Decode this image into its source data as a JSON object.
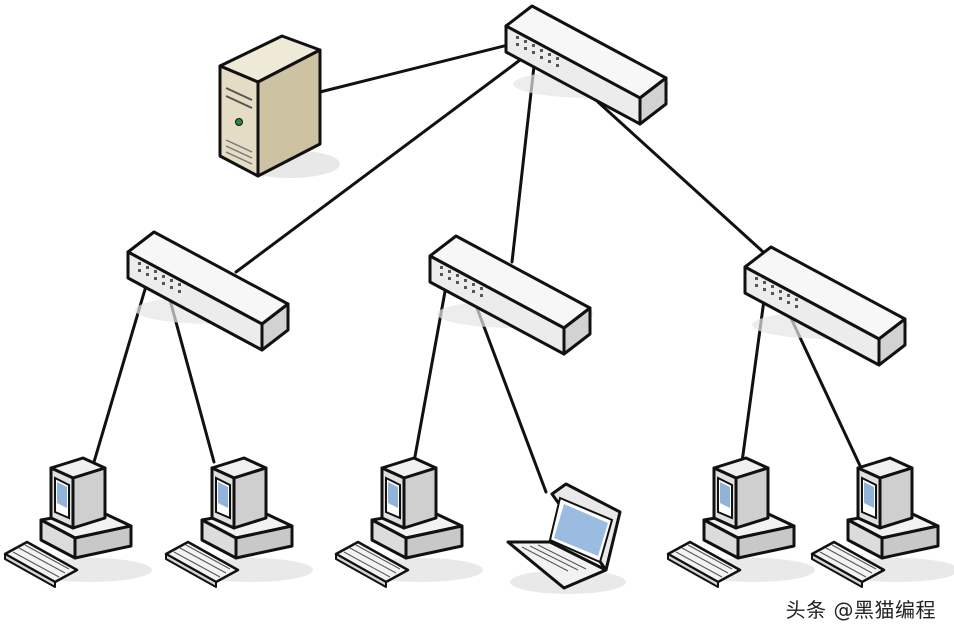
{
  "diagram": {
    "type": "tree-network-topology",
    "nodes": [
      {
        "id": "core-switch",
        "kind": "switch"
      },
      {
        "id": "server",
        "kind": "server"
      },
      {
        "id": "switch-left",
        "kind": "switch"
      },
      {
        "id": "switch-middle",
        "kind": "switch"
      },
      {
        "id": "switch-right",
        "kind": "switch"
      },
      {
        "id": "pc-1",
        "kind": "desktop"
      },
      {
        "id": "pc-2",
        "kind": "desktop"
      },
      {
        "id": "pc-3",
        "kind": "desktop"
      },
      {
        "id": "laptop-1",
        "kind": "laptop"
      },
      {
        "id": "pc-4",
        "kind": "desktop"
      },
      {
        "id": "pc-5",
        "kind": "desktop"
      }
    ],
    "links": [
      [
        "core-switch",
        "server"
      ],
      [
        "core-switch",
        "switch-left"
      ],
      [
        "core-switch",
        "switch-middle"
      ],
      [
        "core-switch",
        "switch-right"
      ],
      [
        "switch-left",
        "pc-1"
      ],
      [
        "switch-left",
        "pc-2"
      ],
      [
        "switch-middle",
        "pc-3"
      ],
      [
        "switch-middle",
        "laptop-1"
      ],
      [
        "switch-right",
        "pc-4"
      ],
      [
        "switch-right",
        "pc-5"
      ]
    ]
  },
  "watermark": "头条 @黑猫编程"
}
